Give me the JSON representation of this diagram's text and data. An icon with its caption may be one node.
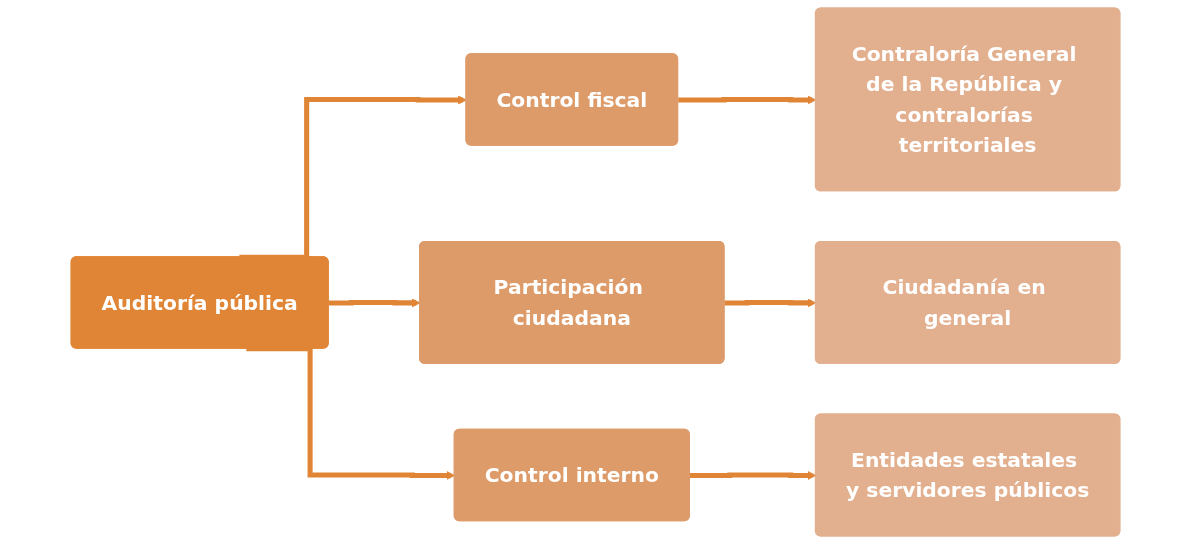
{
  "diagram": {
    "nodes": [
      {
        "text": [
          "Auditoría pública"
        ]
      },
      {
        "text": [
          "Control fiscal"
        ]
      },
      {
        "text": [
          "Participación ciudadana"
        ]
      },
      {
        "text": [
          "Control interno"
        ]
      },
      {
        "text": [
          "Contraloría General de la República y contralorías territoriales"
        ]
      },
      {
        "text": [
          "Ciudadanía en general"
        ]
      },
      {
        "text": [
          "Entidades estatales y servidores públicos"
        ]
      }
    ],
    "edges": [
      {
        "from": 0,
        "to": 1,
        "arrow": "to"
      },
      {
        "from": 0,
        "to": 2,
        "arrow": "to"
      },
      {
        "from": 0,
        "to": 3,
        "arrow": "to"
      },
      {
        "from": 1,
        "to": 4,
        "arrow": "to"
      },
      {
        "from": 2,
        "to": 5,
        "arrow": "to"
      },
      {
        "from": 3,
        "to": 6,
        "arrow": "to"
      }
    ]
  }
}
